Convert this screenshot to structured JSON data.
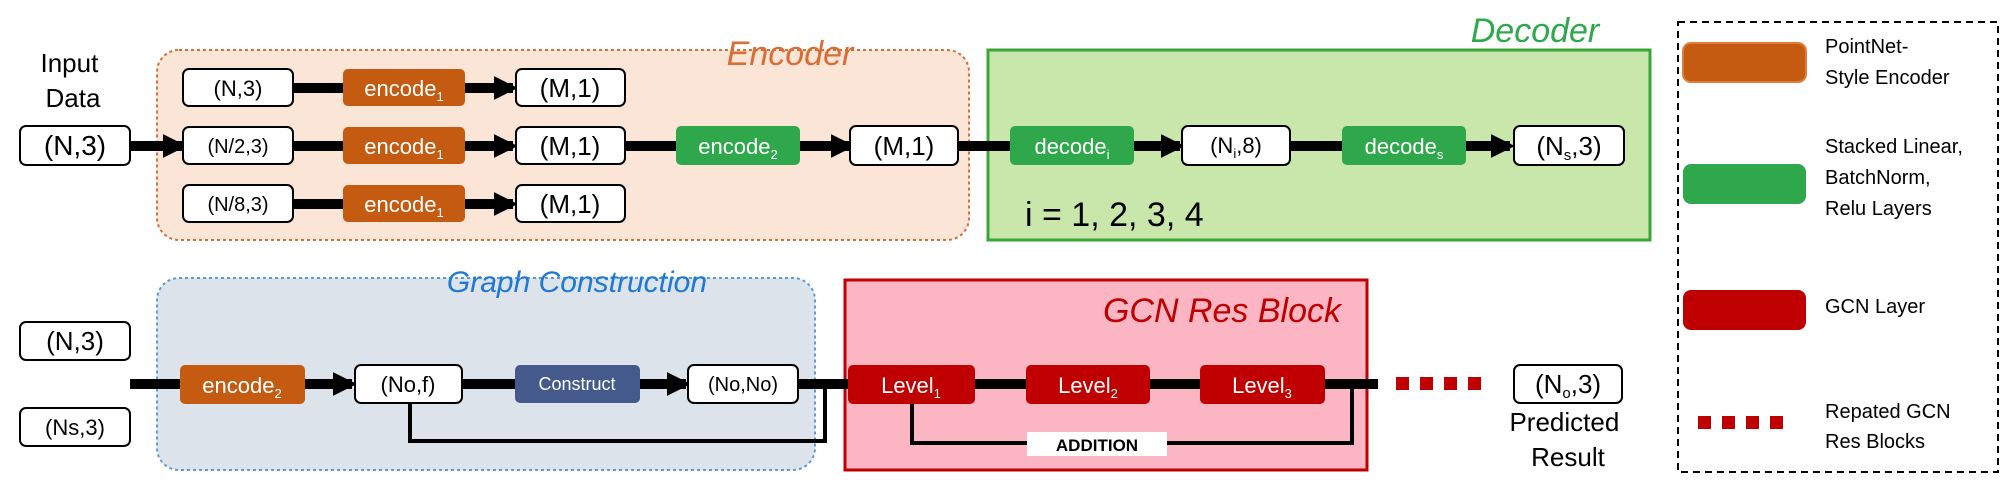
{
  "input_label_line1": "Input",
  "input_label_line2": "Data",
  "encoder": {
    "title": "Encoder",
    "input_node": "(N,3)",
    "rows": [
      {
        "in": "(N,3)",
        "block": "encode",
        "sub": "1",
        "out": "(M,1)"
      },
      {
        "in": "(N/2,3)",
        "block": "encode",
        "sub": "1",
        "out": "(M,1)"
      },
      {
        "in": "(N/8,3)",
        "block": "encode",
        "sub": "1",
        "out": "(M,1)"
      }
    ],
    "encode2": {
      "text": "encode",
      "sub": "2"
    },
    "latent": "(M,1)"
  },
  "decoder": {
    "title": "Decoder",
    "block_i": {
      "text": "decode",
      "sub": "i"
    },
    "mid": {
      "pre": "(N",
      "sub": "i",
      "post": ",8)"
    },
    "block_s": {
      "text": "decode",
      "sub": "s"
    },
    "out": {
      "pre": "(N",
      "sub": "s",
      "post": ",3)"
    },
    "note": "i = 1, 2, 3, 4"
  },
  "graph": {
    "title": "Graph Construction",
    "in1": "(N,3)",
    "in2": "(Ns,3)",
    "encode2": {
      "text": "encode",
      "sub": "2"
    },
    "feat": "(No,f)",
    "construct": "Construct",
    "adj": "(No,No)"
  },
  "gcn": {
    "title": "GCN Res Block",
    "levels": [
      {
        "text": "Level",
        "sub": "1"
      },
      {
        "text": "Level",
        "sub": "2"
      },
      {
        "text": "Level",
        "sub": "3"
      }
    ],
    "addition": "ADDITION"
  },
  "output": {
    "node": {
      "pre": "(N",
      "sub": "o",
      "post": ",3)"
    },
    "label_line1": "Predicted",
    "label_line2": "Result"
  },
  "legend": {
    "items": [
      {
        "lines": [
          "PointNet-",
          "Style Encoder"
        ],
        "color": "#c55a11"
      },
      {
        "lines": [
          "Stacked Linear,",
          "BatchNorm,",
          "Relu Layers"
        ],
        "color": "#2ea84b"
      },
      {
        "lines": [
          "GCN Layer"
        ],
        "color": "#c00000"
      },
      {
        "lines": [
          "Repated GCN",
          "Res Blocks"
        ],
        "color": "#c00000"
      }
    ]
  },
  "colors": {
    "encoder_region_fill": "#fbe5d6",
    "encoder_region_border": "#d86e35",
    "encoder_title": "#d86e35",
    "decoder_region_fill": "#c9e7aa",
    "decoder_region_border": "#3aa63a",
    "decoder_title": "#2ea84b",
    "graph_region_fill": "#dde3ea",
    "graph_region_border": "#5b9bd5",
    "graph_title": "#1f78d1",
    "gcn_region_fill": "#fbb5c3",
    "gcn_region_border": "#c00000",
    "gcn_title": "#c00000",
    "encode_block": "#c55a11",
    "dense_block": "#2ea84b",
    "gcn_block": "#c00000",
    "construct_block": "#44598c"
  }
}
